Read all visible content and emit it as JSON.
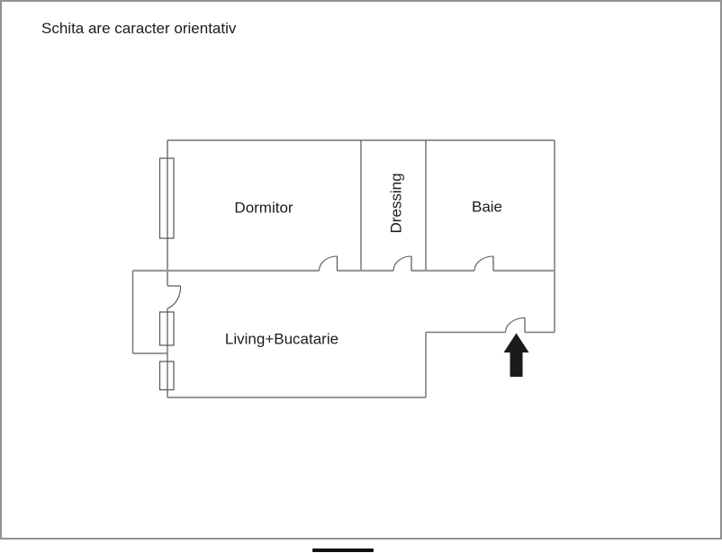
{
  "page": {
    "title": "Schita are caracter orientativ"
  },
  "floorplan": {
    "rooms": [
      {
        "name": "dormitor",
        "label": "Dormitor"
      },
      {
        "name": "dressing",
        "label": "Dressing",
        "orientation": "vertical"
      },
      {
        "name": "baie",
        "label": "Baie"
      },
      {
        "name": "living-bucatarie",
        "label": "Living+Bucatarie"
      }
    ],
    "icons": {
      "entrance_arrow": "filled-up-arrow"
    }
  },
  "colors": {
    "wall": "#555555",
    "wall_mid": "#777777",
    "corridor_wall": "#999999",
    "page_border": "#919191",
    "arrow": "#1a1a1a",
    "text": "#1c1c1c"
  }
}
